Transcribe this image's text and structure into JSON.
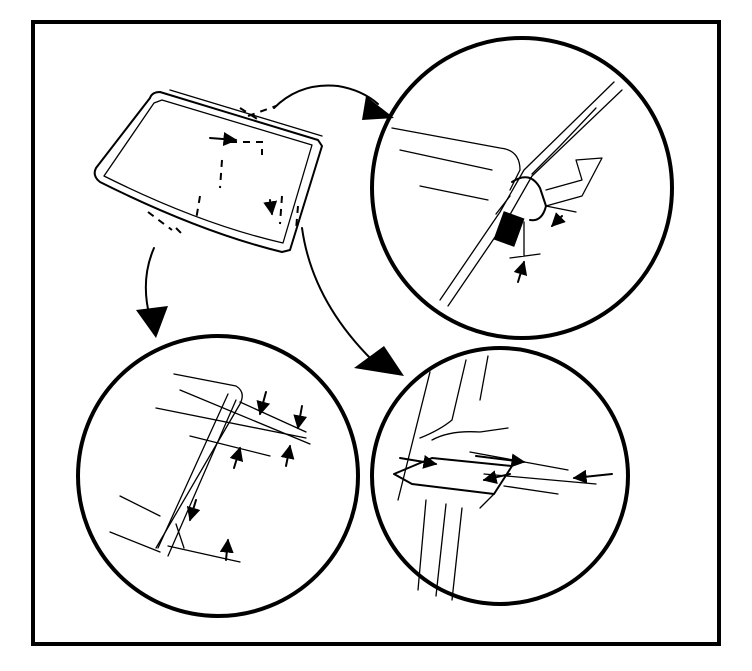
{
  "figure": {
    "colors": {
      "ink": "#000000",
      "paper": "#ffffff"
    },
    "parts": [
      "windshield",
      "upper-molding-detail",
      "side-molding-detail",
      "spacer-detail"
    ]
  }
}
